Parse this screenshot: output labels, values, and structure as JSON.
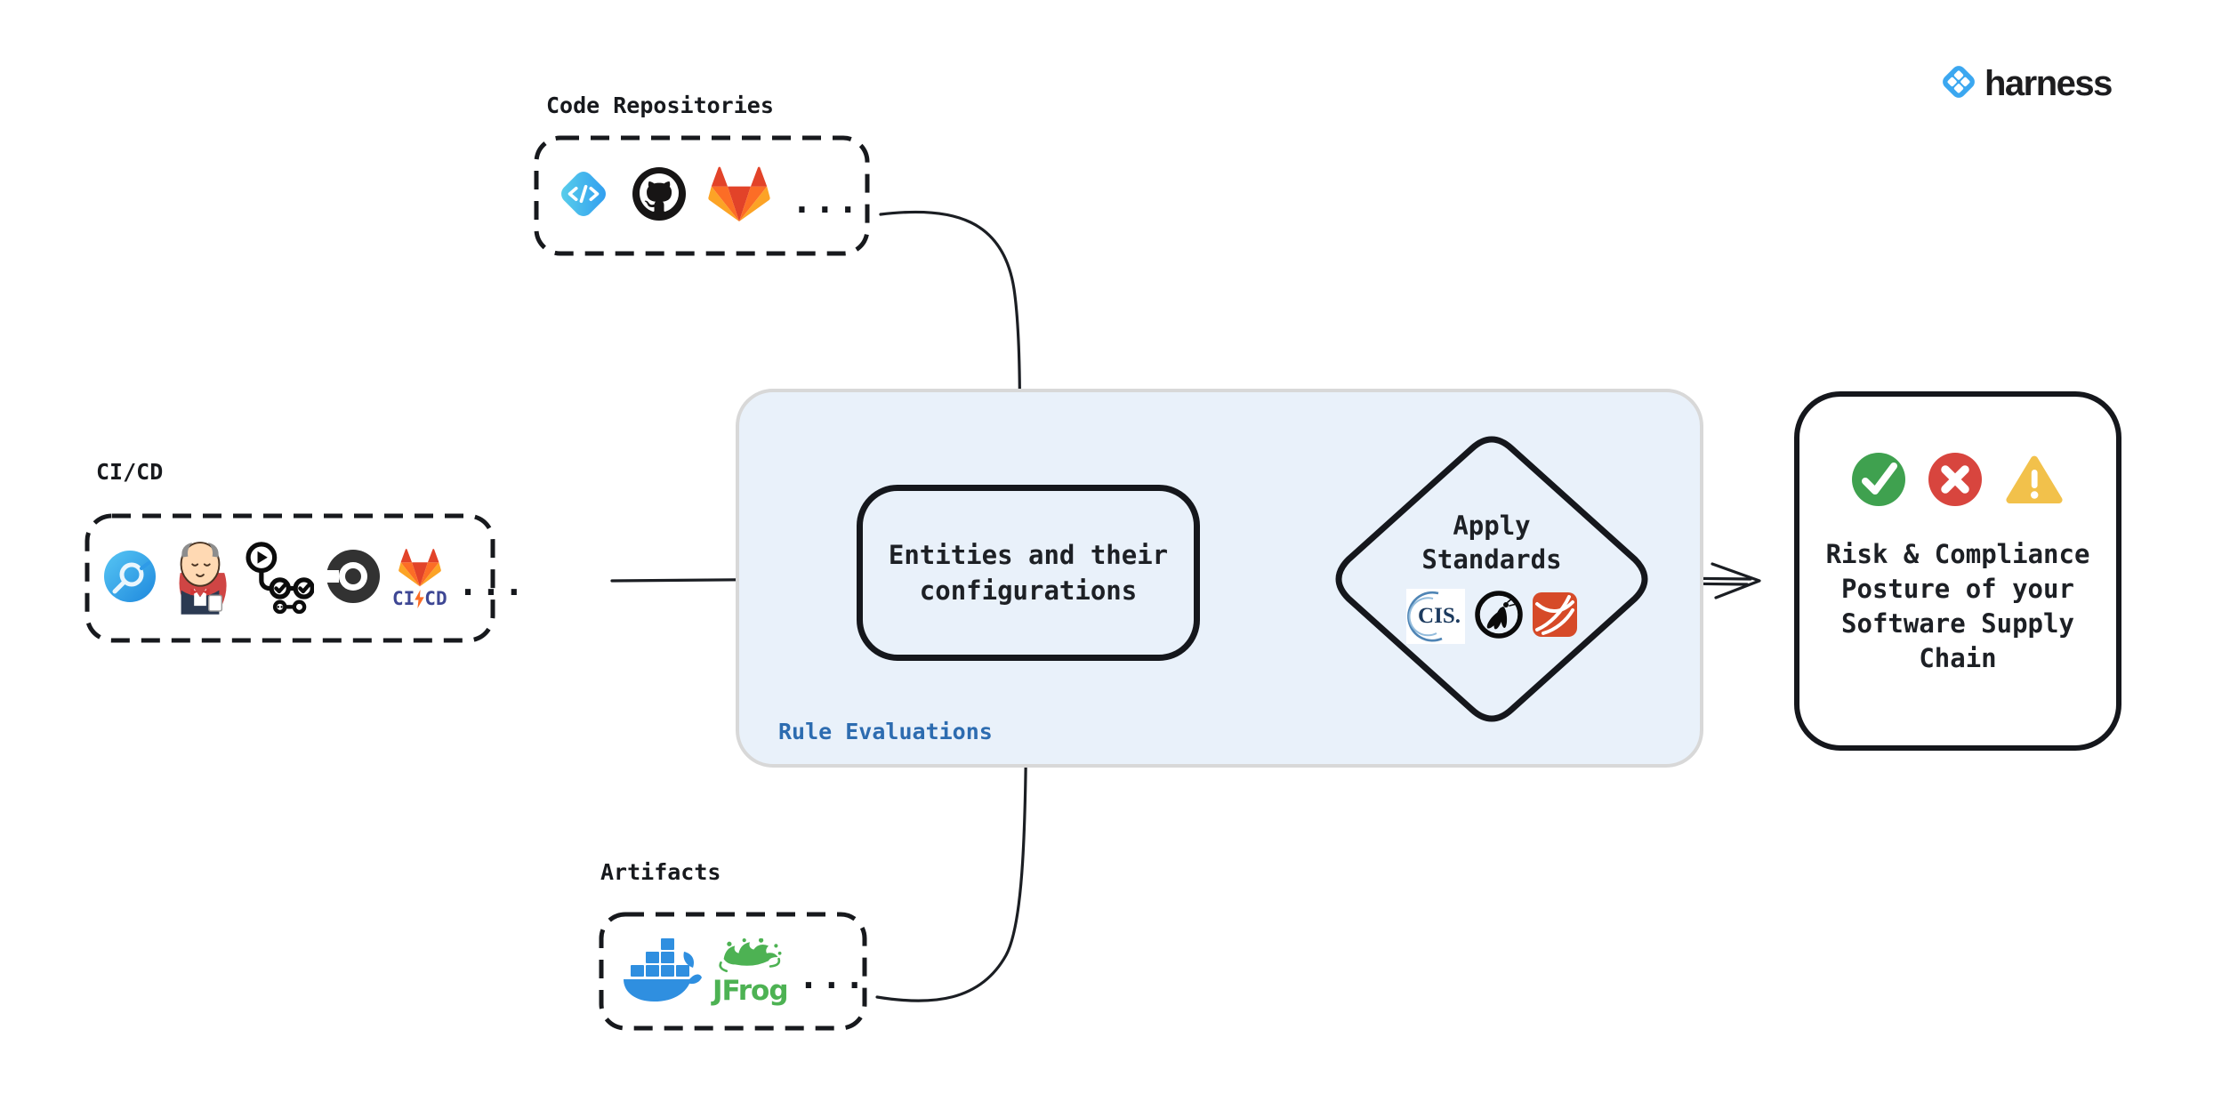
{
  "brand": {
    "name": "harness"
  },
  "colors": {
    "panel_bg": "#e9f1fa",
    "panel_border": "#d8d8d8",
    "rule_label_blue": "#2d6cb0",
    "ink": "#17191d",
    "success_green": "#3fa14f",
    "error_red": "#d8453e",
    "warning_amber": "#f2c14b",
    "brand_blue": "#3ba7f0",
    "gitlab_orange": "#fc6d26",
    "docker_blue": "#2f8fe0",
    "jfrog_green": "#4db253",
    "gitlab_cicd_text_indigo": "#3e4794",
    "standards_badge_red": "#d64a28"
  },
  "sources": {
    "code_repositories": {
      "label": "Code Repositories",
      "icons": [
        "harness-code-icon",
        "github-icon",
        "gitlab-icon"
      ],
      "more": "..."
    },
    "cicd": {
      "label": "CI/CD",
      "icons": [
        "harness-ci-icon",
        "jenkins-icon",
        "github-actions-icon",
        "circleci-icon",
        "gitlab-cicd-icon"
      ],
      "gitlab_ci": "CI",
      "gitlab_cd": "CD",
      "more": "..."
    },
    "artifacts": {
      "label": "Artifacts",
      "icons": [
        "docker-icon",
        "jfrog-icon"
      ],
      "jfrog_label": "JFrog",
      "more": "..."
    }
  },
  "evaluation": {
    "panel_label": "Rule Evaluations",
    "entities": {
      "line1": "Entities and their",
      "line2": "configurations"
    },
    "apply_standards": {
      "line1": "Apply",
      "line2": "Standards",
      "cis_label": "CIS.",
      "icons": [
        "cis-icon",
        "owasp-icon",
        "standards-badge-red-icon"
      ]
    }
  },
  "outcome": {
    "icons": [
      "check-circle-icon",
      "cross-circle-icon",
      "warning-triangle-icon"
    ],
    "line1": "Risk & Compliance",
    "line2": "Posture of your",
    "line3": "Software Supply",
    "line4": "Chain"
  }
}
